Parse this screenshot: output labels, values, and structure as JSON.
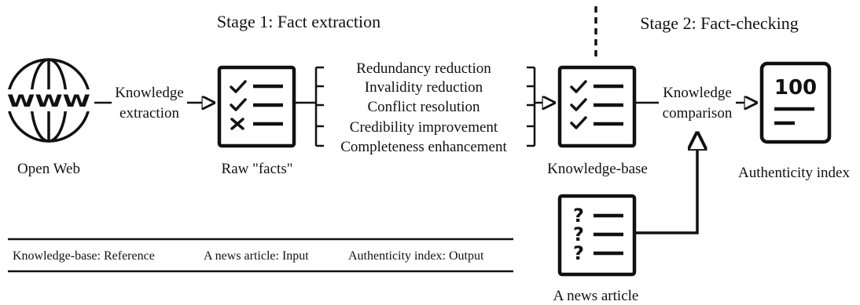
{
  "stages": {
    "stage1": "Stage 1: Fact extraction",
    "stage2": "Stage 2: Fact-checking"
  },
  "nodes": {
    "open_web": "Open Web",
    "www_glyph": "WWW",
    "raw_facts": "Raw \"facts\"",
    "knowledge_base": "Knowledge-base",
    "news_article": "A news article",
    "authenticity_index": "Authenticity index",
    "score_value": "100"
  },
  "edges": {
    "extraction_line1": "Knowledge",
    "extraction_line2": "extraction",
    "comparison_line1": "Knowledge",
    "comparison_line2": "comparison"
  },
  "processes": [
    "Redundancy reduction",
    "Invalidity reduction",
    "Conflict resolution",
    "Credibility improvement",
    "Completeness enhancement"
  ],
  "legend": {
    "reference": "Knowledge-base: Reference",
    "input": "A news article: Input",
    "output": "Authenticity index: Output"
  },
  "icons": {
    "open_web": "globe-www-icon",
    "raw_facts": "checklist-mixed-icon",
    "knowledge_base": "checklist-verified-icon",
    "news_article": "question-list-icon",
    "authenticity_index": "score-card-icon"
  }
}
